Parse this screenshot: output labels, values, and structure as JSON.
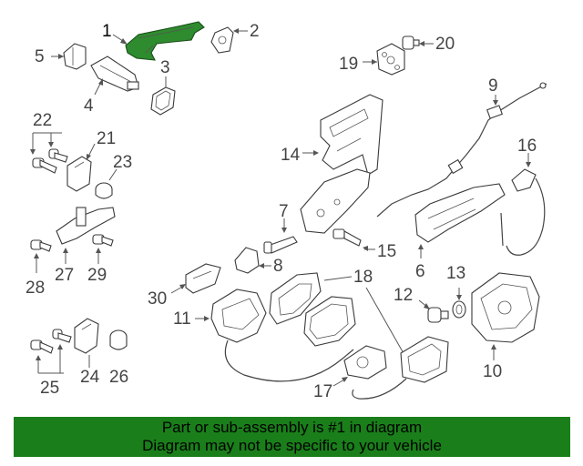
{
  "diagram": {
    "highlight_color": "#2e8b2e",
    "highlighted_part": "1",
    "callouts": [
      {
        "id": "c1",
        "label": "1"
      },
      {
        "id": "c2",
        "label": "2"
      },
      {
        "id": "c3",
        "label": "3"
      },
      {
        "id": "c4",
        "label": "4"
      },
      {
        "id": "c5",
        "label": "5"
      },
      {
        "id": "c6",
        "label": "6"
      },
      {
        "id": "c7",
        "label": "7"
      },
      {
        "id": "c8",
        "label": "8"
      },
      {
        "id": "c9",
        "label": "9"
      },
      {
        "id": "c10",
        "label": "10"
      },
      {
        "id": "c11",
        "label": "11"
      },
      {
        "id": "c12",
        "label": "12"
      },
      {
        "id": "c13",
        "label": "13"
      },
      {
        "id": "c14",
        "label": "14"
      },
      {
        "id": "c15",
        "label": "15"
      },
      {
        "id": "c16",
        "label": "16"
      },
      {
        "id": "c17",
        "label": "17"
      },
      {
        "id": "c18",
        "label": "18"
      },
      {
        "id": "c19",
        "label": "19"
      },
      {
        "id": "c20",
        "label": "20"
      },
      {
        "id": "c21",
        "label": "21"
      },
      {
        "id": "c22",
        "label": "22"
      },
      {
        "id": "c23",
        "label": "23"
      },
      {
        "id": "c24",
        "label": "24"
      },
      {
        "id": "c25",
        "label": "25"
      },
      {
        "id": "c26",
        "label": "26"
      },
      {
        "id": "c27",
        "label": "27"
      },
      {
        "id": "c28",
        "label": "28"
      },
      {
        "id": "c29",
        "label": "29"
      },
      {
        "id": "c30",
        "label": "30"
      }
    ]
  },
  "banner": {
    "line1": "Part or sub-assembly is #1 in diagram",
    "line2": "Diagram may not be specific to your vehicle",
    "background": "#1a7f1a"
  }
}
